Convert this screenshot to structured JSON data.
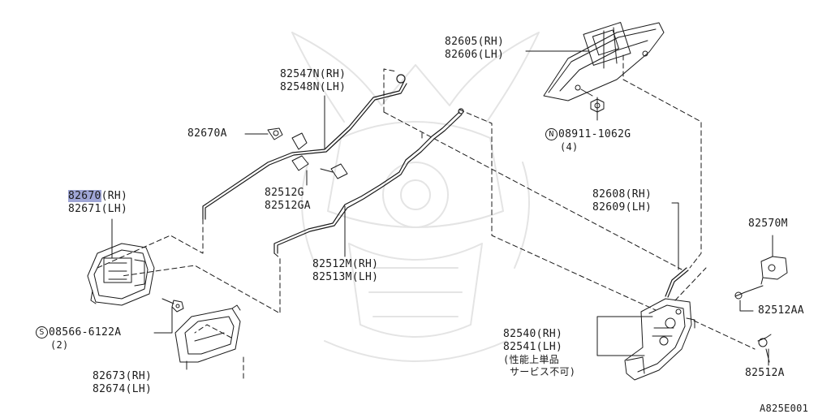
{
  "diagram_id": "A825E001",
  "colors": {
    "line": "#1a1a1a",
    "highlight": "#9fa6d6",
    "watermark": "#e6e6e6"
  },
  "parts": {
    "p82605": {
      "rh": "82605(RH)",
      "lh": "82606(LH)"
    },
    "p82547": {
      "rh": "82547N(RH)",
      "lh": "82548N(LH)"
    },
    "p82670a": {
      "code": "82670A"
    },
    "p82670": {
      "rh_prefix": "82670",
      "rh_suffix": "(RH)",
      "lh": "82671(LH)"
    },
    "p82512g": {
      "a": "82512G",
      "b": "82512GA"
    },
    "p82512m": {
      "rh": "82512M(RH)",
      "lh": "82513M(LH)"
    },
    "p08911": {
      "symbol": "N",
      "code": "08911-1062G",
      "qty": "(4)"
    },
    "p82608": {
      "rh": "82608(RH)",
      "lh": "82609(LH)"
    },
    "p82570m": {
      "code": "82570M"
    },
    "p82512aa": {
      "code": "82512AA"
    },
    "p82540": {
      "rh": "82540(RH)",
      "lh": "82541(LH)",
      "note1": "(性能上単品",
      "note2": "サービス不可)"
    },
    "p82512a": {
      "code": "82512A"
    },
    "p08566": {
      "symbol": "S",
      "code": "08566-6122A",
      "qty": "(2)"
    },
    "p82673": {
      "rh": "82673(RH)",
      "lh": "82674(LH)"
    }
  }
}
